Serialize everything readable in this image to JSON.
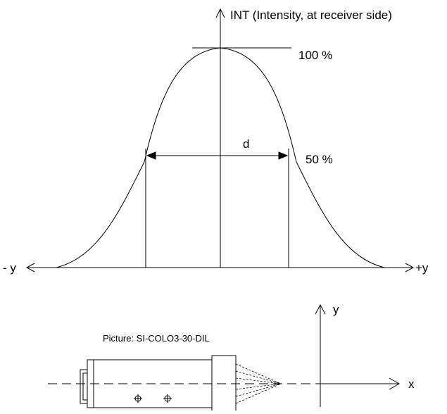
{
  "intensity_chart": {
    "y_axis_label": "INT  (Intensity, at receiver side)",
    "level_100_label": "100 %",
    "level_50_label": "50 %",
    "width_label": "d",
    "left_axis_label": "- y",
    "right_axis_label": "+y"
  },
  "sensor_drawing": {
    "caption": "Picture: SI-COLO3-30-DIL",
    "x_axis_label": "x",
    "y_axis_label": "y"
  },
  "colors": {
    "line": "#000000",
    "background": "#ffffff"
  }
}
